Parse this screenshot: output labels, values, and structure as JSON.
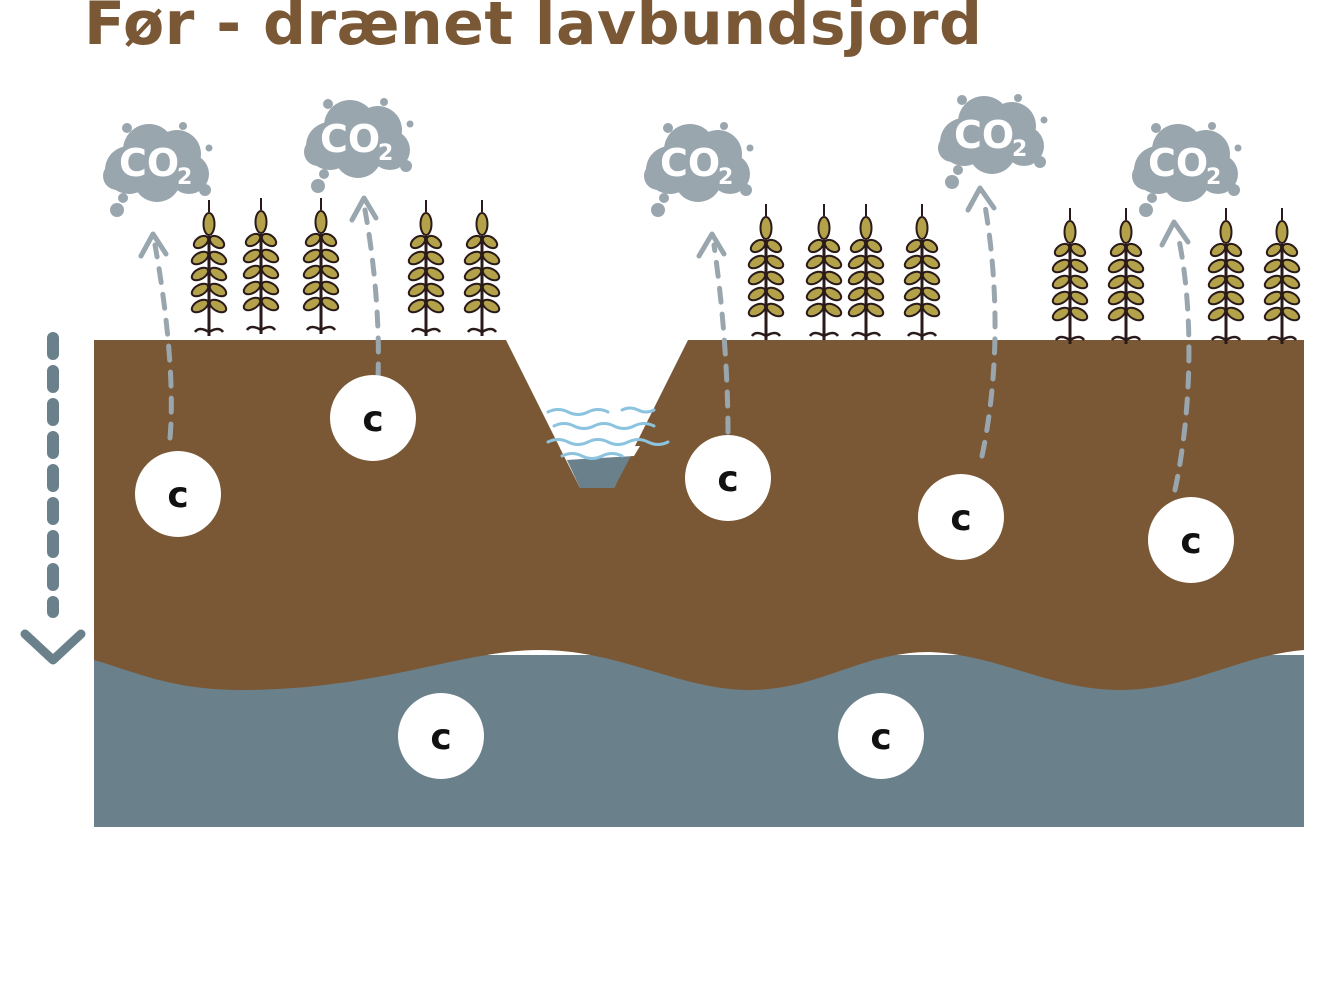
{
  "title": "Før - drænet lavbundsjord",
  "labels": {
    "carbon": "c",
    "co2_main": "CO",
    "co2_sub": "2"
  },
  "colors": {
    "title": "#7a5836",
    "soil": "#7a5836",
    "peat": "#6a818c",
    "co2_cloud": "#9aa6ae",
    "arrow": "#9aa6ae",
    "drain_arrow": "#6a818c",
    "water_wave": "#8cc4e0",
    "wheat_head": "#b3a24a",
    "wheat_stem": "#2a1a1a",
    "carbon_circle": "#ffffff"
  },
  "icons": {
    "cloud": "co2-cloud-icon",
    "plant": "wheat-icon",
    "arrow_up": "dashed-arrow-up-icon",
    "arrow_down": "dashed-arrow-down-icon"
  }
}
